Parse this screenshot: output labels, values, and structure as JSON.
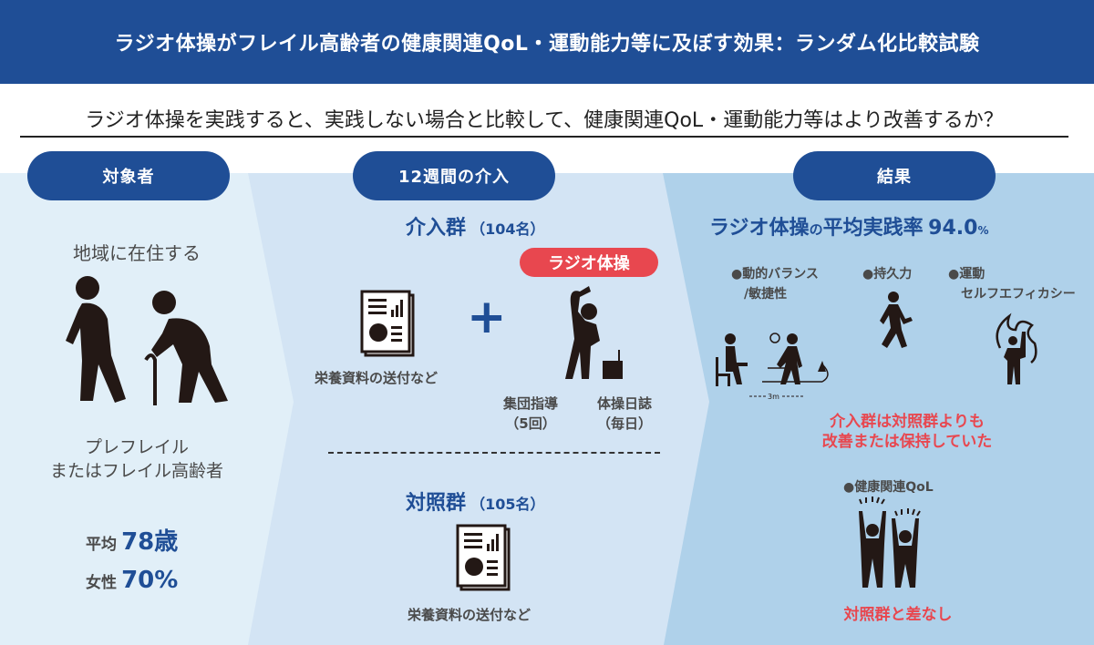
{
  "header": {
    "title": "ラジオ体操がフレイル高齢者の健康関連QoL・運動能力等に及ぼす効果：ランダム化比較試験"
  },
  "question": "ラジオ体操を実践すると、実践しない場合と比較して、健康関連QoL・運動能力等はより改善するか？",
  "colors": {
    "navy": "#1f4e96",
    "red": "#e8474f",
    "panel1": "#e1eff8",
    "panel2": "#d3e4f4",
    "panel3": "#afd1ea"
  },
  "panels": {
    "subjects": {
      "label": "対象者",
      "line1": "地域に在住する",
      "desc1": "プレフレイル",
      "desc2": "またはフレイル高齢者",
      "age_label": "平均",
      "age_value": "78歳",
      "female_label": "女性",
      "female_value": "70%",
      "icon": "elderly-people-icon"
    },
    "intervention": {
      "label": "12週間の介入",
      "intervention_group": {
        "name": "介入群",
        "count": "（104名）"
      },
      "exercise_badge": "ラジオ体操",
      "materials_caption": "栄養資料の送付など",
      "plus": "+",
      "group_guidance": "集団指導",
      "group_guidance_freq": "（5回）",
      "diary": "体操日誌",
      "diary_freq": "（毎日）",
      "control_group": {
        "name": "対照群",
        "count": "（105名）"
      },
      "control_caption": "栄養資料の送付など"
    },
    "results": {
      "label": "結果",
      "adherence_prefix": "ラジオ体操",
      "adherence_no": "の",
      "adherence_mid": "平均実践率",
      "adherence_value": "94.0",
      "adherence_unit": "%",
      "outcomes": [
        {
          "line1": "●動的バランス",
          "line2": "/敏捷性"
        },
        {
          "line1": "●持久力",
          "line2": ""
        },
        {
          "line1": "●運動",
          "line2": "セルフエフィカシー"
        }
      ],
      "distance_label": "3m",
      "improved_line1": "介入群は対照群よりも",
      "improved_line2": "改善または保持していた",
      "qol_label": "●健康関連QoL",
      "qol_result": "対照群と差なし"
    }
  }
}
